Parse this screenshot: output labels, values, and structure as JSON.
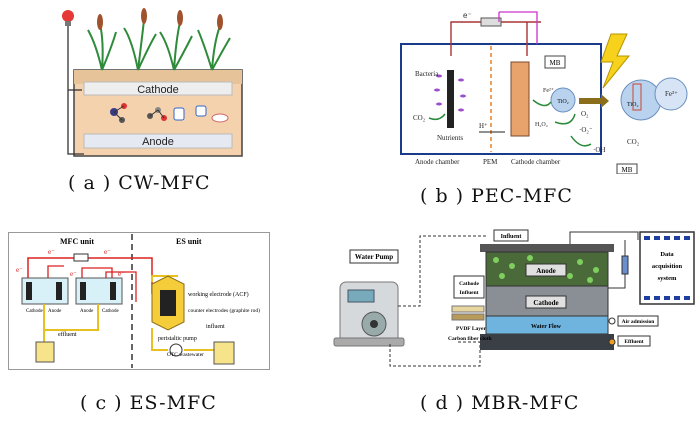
{
  "panels": {
    "a": {
      "caption": "( a ) CW-MFC",
      "cathode_label": "Cathode",
      "anode_label": "Anode"
    },
    "b": {
      "caption": "( b ) PEC-MFC",
      "electron": "e⁻",
      "mb_top": "MB",
      "bacteria": "Bacteria",
      "co2_left": "CO₂",
      "nutrients": "Nutrients",
      "hplus": "H⁺",
      "pem": "PEM",
      "anode_chamber": "Anode chamber",
      "cathode_chamber": "Cathode chamber",
      "fe2": "Fe²⁺",
      "tio2": "TiO₂",
      "tio2_right": "TiO₂",
      "fe3": "Fe³⁺",
      "h2o2": "H₂O₂",
      "o2": "O₂",
      "o2minus": "·O₂⁻",
      "oh": "·OH",
      "co2_right": "CO₂",
      "mb_bottom": "MB"
    },
    "c": {
      "caption": "( c ) ES-MFC",
      "mfc_unit": "MFC unit",
      "es_unit": "ES unit",
      "e1": "e⁻",
      "e2": "e⁻",
      "e3": "e⁻",
      "e4": "e⁻",
      "e5": "e⁻",
      "cathode1": "Cathode",
      "anode1": "Anode",
      "anode2": "Anode",
      "cathode2": "Cathode",
      "working_electrode": "working electrode (ACF)",
      "counter_electrode": "counter electrodes (graphite rod)",
      "effluent": "effluent",
      "influent": "influent",
      "peristaltic_pump": "peristaltic pump",
      "otc_wastewater": "OTC wastewater"
    },
    "d": {
      "caption": "( d ) MBR-MFC",
      "water_pump": "Water Pump",
      "influent_top": "Influent",
      "anode": "Anode",
      "cathode_side": "Cathode",
      "influent_side": "Influent",
      "cathode_center": "Cathode",
      "air_admission": "Air admission",
      "water_flow": "Water Flow",
      "pvdf_layer": "PVDF Layer",
      "carbon_fiber": "Carbon fiber cloth",
      "effluent": "Effluent",
      "data_system_1": "Data",
      "data_system_2": "acquisition",
      "data_system_3": "system"
    }
  }
}
